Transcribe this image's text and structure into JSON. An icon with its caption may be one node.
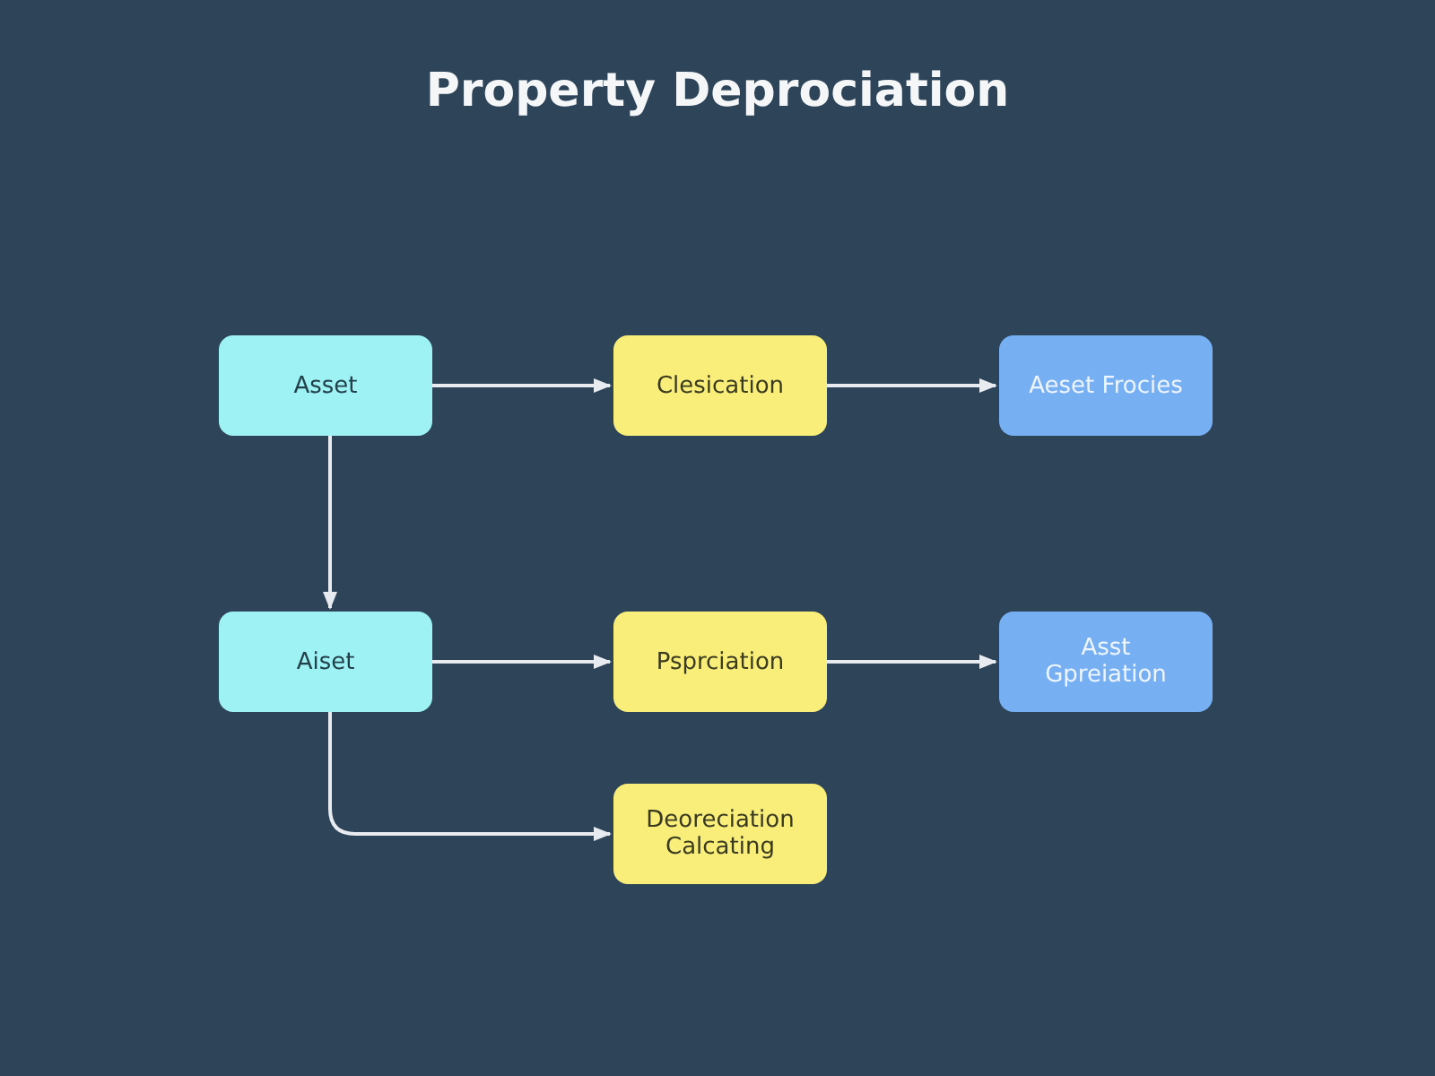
{
  "diagram": {
    "title": "Property Deprociation",
    "nodes": [
      {
        "text": [
          "Asset"
        ]
      },
      {
        "text": [
          "Clesication"
        ]
      },
      {
        "text": [
          "Aeset Frocies"
        ]
      },
      {
        "text": [
          "Aiset"
        ]
      },
      {
        "text": [
          "Psprciation"
        ]
      },
      {
        "text": [
          "Asst Gpreiation"
        ]
      },
      {
        "text": [
          "Deoreciation Calcating"
        ]
      }
    ],
    "edges": [
      {
        "from": 0,
        "to": 1,
        "arrow": "to"
      },
      {
        "from": 1,
        "to": 2,
        "arrow": "to"
      },
      {
        "from": 0,
        "to": 3,
        "arrow": "to"
      },
      {
        "from": 3,
        "to": 4,
        "arrow": "to"
      },
      {
        "from": 4,
        "to": 5,
        "arrow": "to"
      },
      {
        "from": 3,
        "to": 6,
        "arrow": "to"
      }
    ]
  }
}
